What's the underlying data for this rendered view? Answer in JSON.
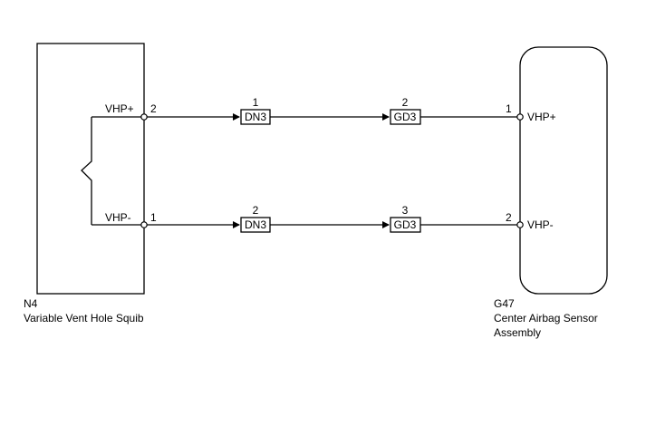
{
  "left_component": {
    "code": "N4",
    "name": "Variable Vent Hole Squib",
    "pins": [
      {
        "signal": "VHP+",
        "pin": "2"
      },
      {
        "signal": "VHP-",
        "pin": "1"
      }
    ]
  },
  "right_component": {
    "code": "G47",
    "name_line1": "Center Airbag Sensor",
    "name_line2": "Assembly",
    "pins": [
      {
        "signal": "VHP+",
        "pin": "1"
      },
      {
        "signal": "VHP-",
        "pin": "2"
      }
    ]
  },
  "connectors": {
    "top_dn3": {
      "name": "DN3",
      "pin": "1"
    },
    "top_gd3": {
      "name": "GD3",
      "pin": "2"
    },
    "bottom_dn3": {
      "name": "DN3",
      "pin": "2"
    },
    "bottom_gd3": {
      "name": "GD3",
      "pin": "3"
    }
  }
}
